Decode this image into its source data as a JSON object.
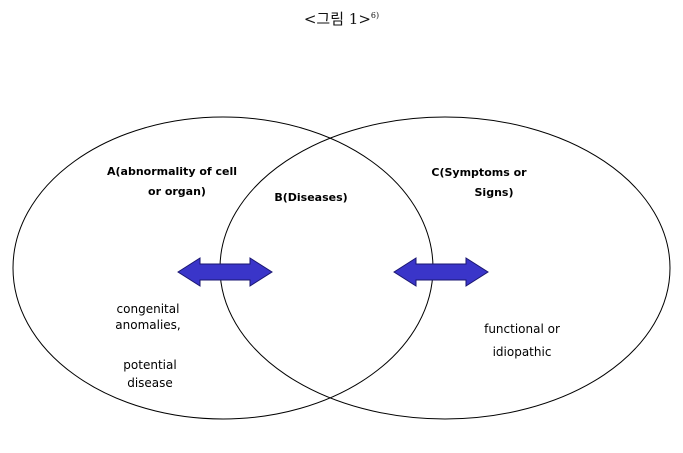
{
  "caption": {
    "text": "<그림  1>",
    "superscript": "6)"
  },
  "labels": {
    "a_line1": "A(abnormality of cell",
    "a_line2": "or organ)",
    "b": "B(Diseases)",
    "c_line1": "C(Symptoms or",
    "c_line2": "Signs)",
    "congenital_line1": "congenital",
    "congenital_line2": "anomalies,",
    "potential_line1": "potential",
    "potential_line2": "disease",
    "functional_line1": "functional or",
    "functional_line2": "idiopathic"
  },
  "colors": {
    "arrow_fill": "#3a35c9",
    "arrow_stroke": "#1a1670",
    "circle_stroke": "#000000"
  }
}
